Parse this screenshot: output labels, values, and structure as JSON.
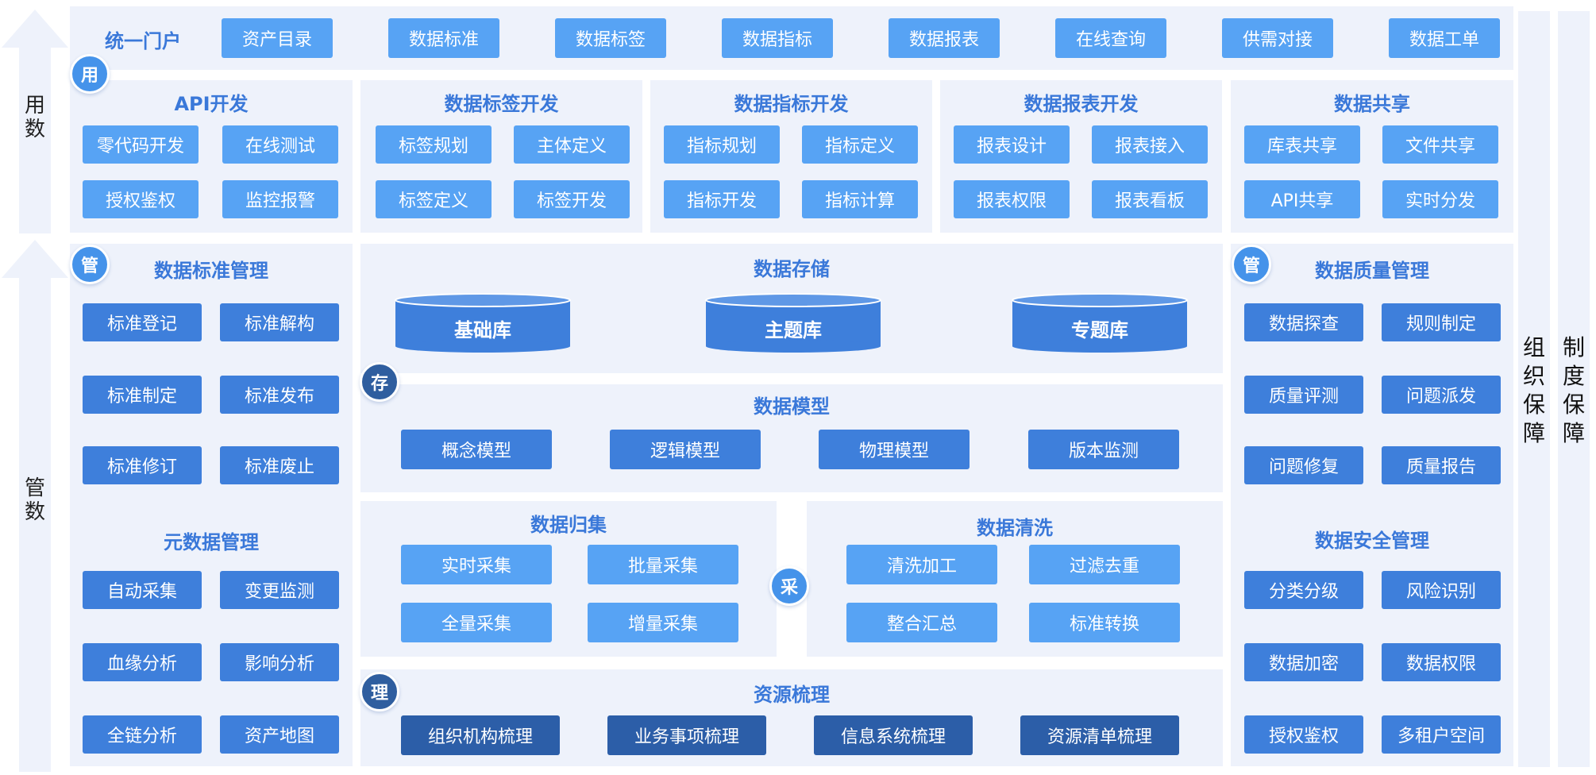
{
  "left_labels": {
    "top": "用数",
    "bottom": "管数"
  },
  "right_labels": {
    "inner": "组织保障",
    "outer": "制度保障"
  },
  "portal": {
    "title": "统一门户",
    "items": [
      "资产目录",
      "数据标准",
      "数据标签",
      "数据指标",
      "数据报表",
      "在线查询",
      "供需对接",
      "数据工单"
    ]
  },
  "badges": {
    "use": "用",
    "manage_left": "管",
    "store": "存",
    "collect": "采",
    "organize": "理",
    "manage_right": "管"
  },
  "use_sections": [
    {
      "title": "API开发",
      "items": [
        "零代码开发",
        "在线测试",
        "授权鉴权",
        "监控报警"
      ]
    },
    {
      "title": "数据标签开发",
      "items": [
        "标签规划",
        "主体定义",
        "标签定义",
        "标签开发"
      ]
    },
    {
      "title": "数据指标开发",
      "items": [
        "指标规划",
        "指标定义",
        "指标开发",
        "指标计算"
      ]
    },
    {
      "title": "数据报表开发",
      "items": [
        "报表设计",
        "报表接入",
        "报表权限",
        "报表看板"
      ]
    },
    {
      "title": "数据共享",
      "items": [
        "库表共享",
        "文件共享",
        "API共享",
        "实时分发"
      ]
    }
  ],
  "standard_mgmt": {
    "title": "数据标准管理",
    "items": [
      "标准登记",
      "标准解构",
      "标准制定",
      "标准发布",
      "标准修订",
      "标准废止"
    ]
  },
  "metadata_mgmt": {
    "title": "元数据管理",
    "items": [
      "自动采集",
      "变更监测",
      "血缘分析",
      "影响分析",
      "全链分析",
      "资产地图"
    ]
  },
  "storage": {
    "title": "数据存储",
    "items": [
      "基础库",
      "主题库",
      "专题库"
    ]
  },
  "model": {
    "title": "数据模型",
    "items": [
      "概念模型",
      "逻辑模型",
      "物理模型",
      "版本监测"
    ]
  },
  "collection": {
    "title": "数据归集",
    "items": [
      "实时采集",
      "批量采集",
      "全量采集",
      "增量采集"
    ]
  },
  "cleaning": {
    "title": "数据清洗",
    "items": [
      "清洗加工",
      "过滤去重",
      "整合汇总",
      "标准转换"
    ]
  },
  "resource": {
    "title": "资源梳理",
    "items": [
      "组织机构梳理",
      "业务事项梳理",
      "信息系统梳理",
      "资源清单梳理"
    ]
  },
  "quality_mgmt": {
    "title": "数据质量管理",
    "items": [
      "数据探查",
      "规则制定",
      "质量评测",
      "问题派发",
      "问题修复",
      "质量报告"
    ]
  },
  "security_mgmt": {
    "title": "数据安全管理",
    "items": [
      "分类分级",
      "风险识别",
      "数据加密",
      "数据权限",
      "授权鉴权",
      "多租户空间"
    ]
  }
}
